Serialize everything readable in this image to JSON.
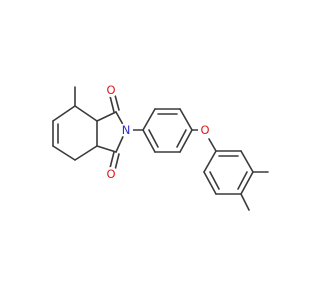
{
  "molecule": {
    "atoms": {
      "o_top": {
        "symbol": "O",
        "color": "#e0191b"
      },
      "o_bottom": {
        "symbol": "O",
        "color": "#e0191b"
      },
      "n_imide": {
        "symbol": "N",
        "color": "#2b2bd6"
      },
      "o_ether": {
        "symbol": "O",
        "color": "#e0191b"
      }
    },
    "bond_color": "#3a3a3a"
  }
}
